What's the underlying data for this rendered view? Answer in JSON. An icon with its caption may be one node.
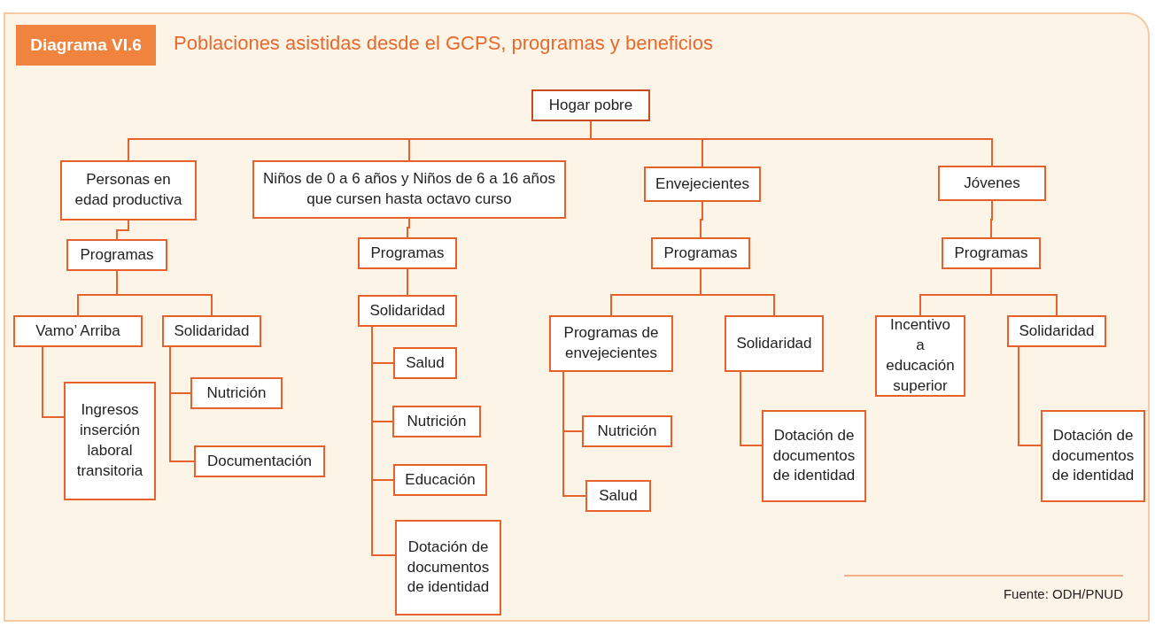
{
  "diagram": {
    "title": "Poblaciones asistidas desde el GCPS, programas y beneficios",
    "caption": "Fuente: ODH/PNUD",
    "labels": [
      "Diagrama VI.6"
    ],
    "nodes": [
      {
        "text": [
          "Hogar pobre"
        ]
      },
      {
        "text": [
          "Personas en edad productiva"
        ]
      },
      {
        "text": [
          "Niños de 0 a 6 años y Niños de 6 a 16 años que cursen hasta octavo curso"
        ]
      },
      {
        "text": [
          "Envejecientes"
        ]
      },
      {
        "text": [
          "Jóvenes"
        ]
      },
      {
        "text": [
          "Programas"
        ]
      },
      {
        "text": [
          "Programas"
        ]
      },
      {
        "text": [
          "Programas"
        ]
      },
      {
        "text": [
          "Programas"
        ]
      },
      {
        "text": [
          "Vamo’ Arriba"
        ]
      },
      {
        "text": [
          "Solidaridad"
        ]
      },
      {
        "text": [
          "Ingresos inserción laboral transitoria"
        ]
      },
      {
        "text": [
          "Nutrición"
        ]
      },
      {
        "text": [
          "Documentación"
        ]
      },
      {
        "text": [
          "Solidaridad"
        ]
      },
      {
        "text": [
          "Salud"
        ]
      },
      {
        "text": [
          "Nutrición"
        ]
      },
      {
        "text": [
          "Educación"
        ]
      },
      {
        "text": [
          "Dotación de documentos de identidad"
        ]
      },
      {
        "text": [
          "Programas de envejecientes"
        ]
      },
      {
        "text": [
          "Solidaridad"
        ]
      },
      {
        "text": [
          "Nutrición"
        ]
      },
      {
        "text": [
          "Salud"
        ]
      },
      {
        "text": [
          "Dotación de documentos de identidad"
        ]
      },
      {
        "text": [
          "Incentivo a educación superior"
        ]
      },
      {
        "text": [
          "Solidaridad"
        ]
      },
      {
        "text": [
          "Dotación de documentos de identidad"
        ]
      }
    ],
    "edges": [
      {
        "from": 0,
        "to": 1,
        "arrow": "none"
      },
      {
        "from": 0,
        "to": 2,
        "arrow": "none"
      },
      {
        "from": 0,
        "to": 3,
        "arrow": "none"
      },
      {
        "from": 0,
        "to": 4,
        "arrow": "none"
      },
      {
        "from": 1,
        "to": 5,
        "arrow": "none"
      },
      {
        "from": 2,
        "to": 6,
        "arrow": "none"
      },
      {
        "from": 3,
        "to": 7,
        "arrow": "none"
      },
      {
        "from": 4,
        "to": 8,
        "arrow": "none"
      },
      {
        "from": 5,
        "to": 9,
        "arrow": "none"
      },
      {
        "from": 5,
        "to": 10,
        "arrow": "none"
      },
      {
        "from": 9,
        "to": 11,
        "arrow": "none"
      },
      {
        "from": 10,
        "to": 12,
        "arrow": "none"
      },
      {
        "from": 10,
        "to": 13,
        "arrow": "none"
      },
      {
        "from": 6,
        "to": 14,
        "arrow": "none"
      },
      {
        "from": 14,
        "to": 15,
        "arrow": "none"
      },
      {
        "from": 14,
        "to": 16,
        "arrow": "none"
      },
      {
        "from": 14,
        "to": 17,
        "arrow": "none"
      },
      {
        "from": 14,
        "to": 18,
        "arrow": "none"
      },
      {
        "from": 7,
        "to": 19,
        "arrow": "none"
      },
      {
        "from": 7,
        "to": 20,
        "arrow": "none"
      },
      {
        "from": 19,
        "to": 21,
        "arrow": "none"
      },
      {
        "from": 19,
        "to": 22,
        "arrow": "none"
      },
      {
        "from": 20,
        "to": 23,
        "arrow": "none"
      },
      {
        "from": 8,
        "to": 24,
        "arrow": "none"
      },
      {
        "from": 8,
        "to": 25,
        "arrow": "none"
      },
      {
        "from": 25,
        "to": 26,
        "arrow": "none"
      }
    ]
  }
}
